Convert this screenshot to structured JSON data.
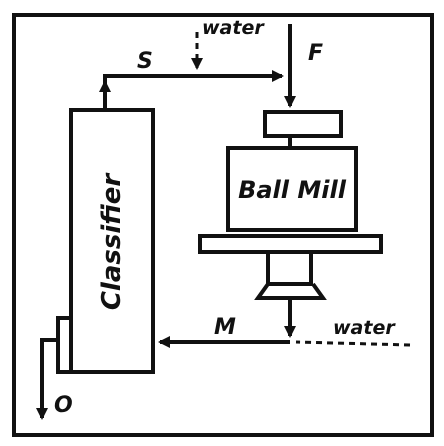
{
  "labels": {
    "water_top": "water",
    "water_bottom": "water",
    "stream_s": "S",
    "stream_f": "F",
    "stream_m": "M",
    "stream_o": "O",
    "classifier": "Classifier",
    "ball_mill": "Ball Mill"
  },
  "colors": {
    "ink": "#111111",
    "background": "#ffffff"
  }
}
